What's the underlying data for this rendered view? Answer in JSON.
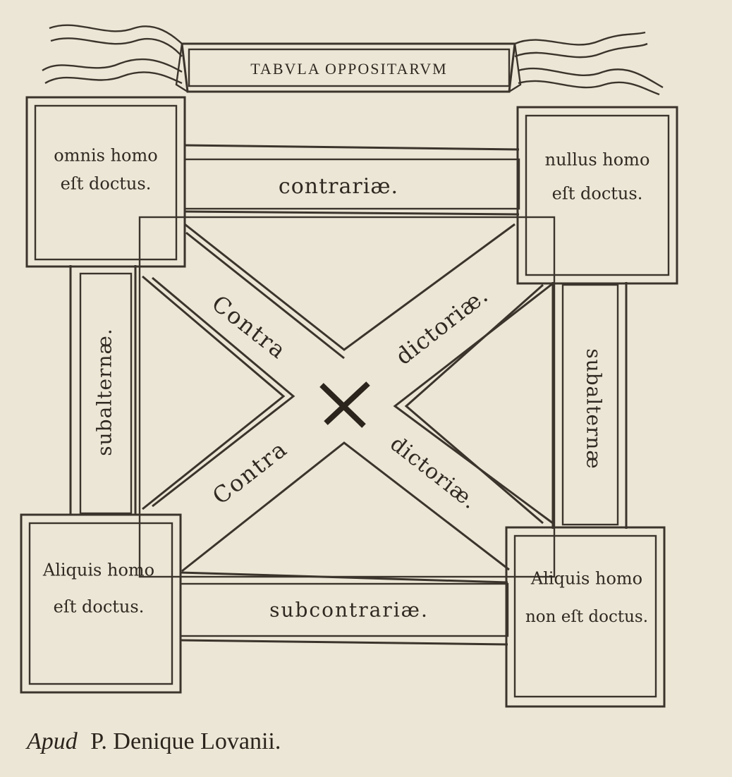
{
  "banner": {
    "title": "TABVLA OPPOSITARVM"
  },
  "corners": {
    "top_left": {
      "line1": "omnis homo",
      "line2": "eſt doctus."
    },
    "top_right": {
      "line1": "nullus homo",
      "line2": "eſt doctus."
    },
    "bottom_left": {
      "line1": "Aliquis homo",
      "line2": "eſt doctus."
    },
    "bottom_right": {
      "line1": "Aliquis homo",
      "line2": "non eſt doctus."
    }
  },
  "relations": {
    "top": "contrariæ.",
    "bottom": "subcontrariæ.",
    "left": "subalternæ.",
    "right": "subalternæ",
    "diag_tl": "Contra",
    "diag_tr": "dictoriæ.",
    "diag_bl": "Contra",
    "diag_br": "dictoriæ."
  },
  "imprint": {
    "prefix": "Apud",
    "rest": "P. Denique Lovanii."
  },
  "colors": {
    "paper": "#ece6d6",
    "ink": "#3b342c"
  }
}
